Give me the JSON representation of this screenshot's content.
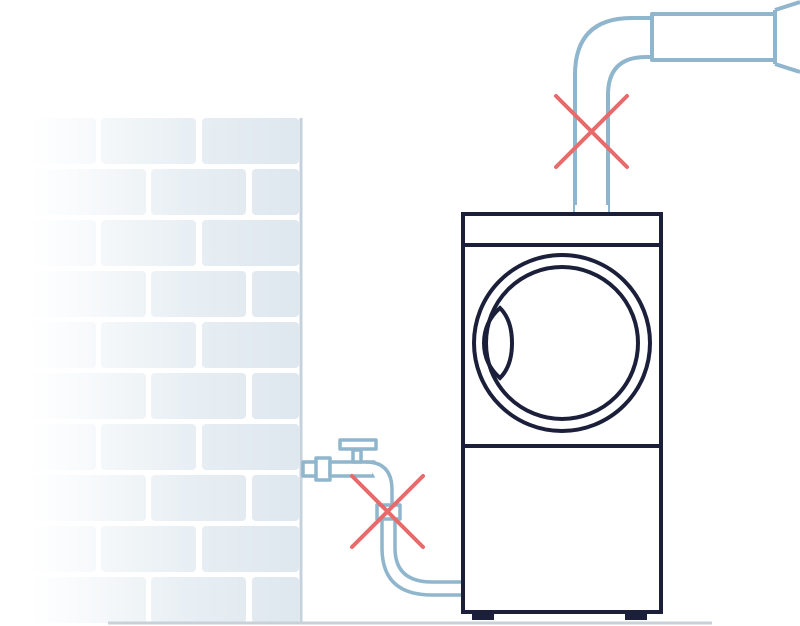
{
  "colors": {
    "brick": "#dde7ee",
    "brick_fade": "#ffffff",
    "wall_edge": "#c5d2dc",
    "floor": "#c9d1d8",
    "pipe": "#8fb6cc",
    "pipe_inner": "#ffffff",
    "machine": "#1b1f3a",
    "cross": "#e86a6a"
  },
  "icons": {
    "wall": "brick-wall",
    "vent": "exhaust-duct",
    "faucet": "water-tap",
    "machine": "dryer-machine",
    "prohibited": "red-cross-mark"
  }
}
